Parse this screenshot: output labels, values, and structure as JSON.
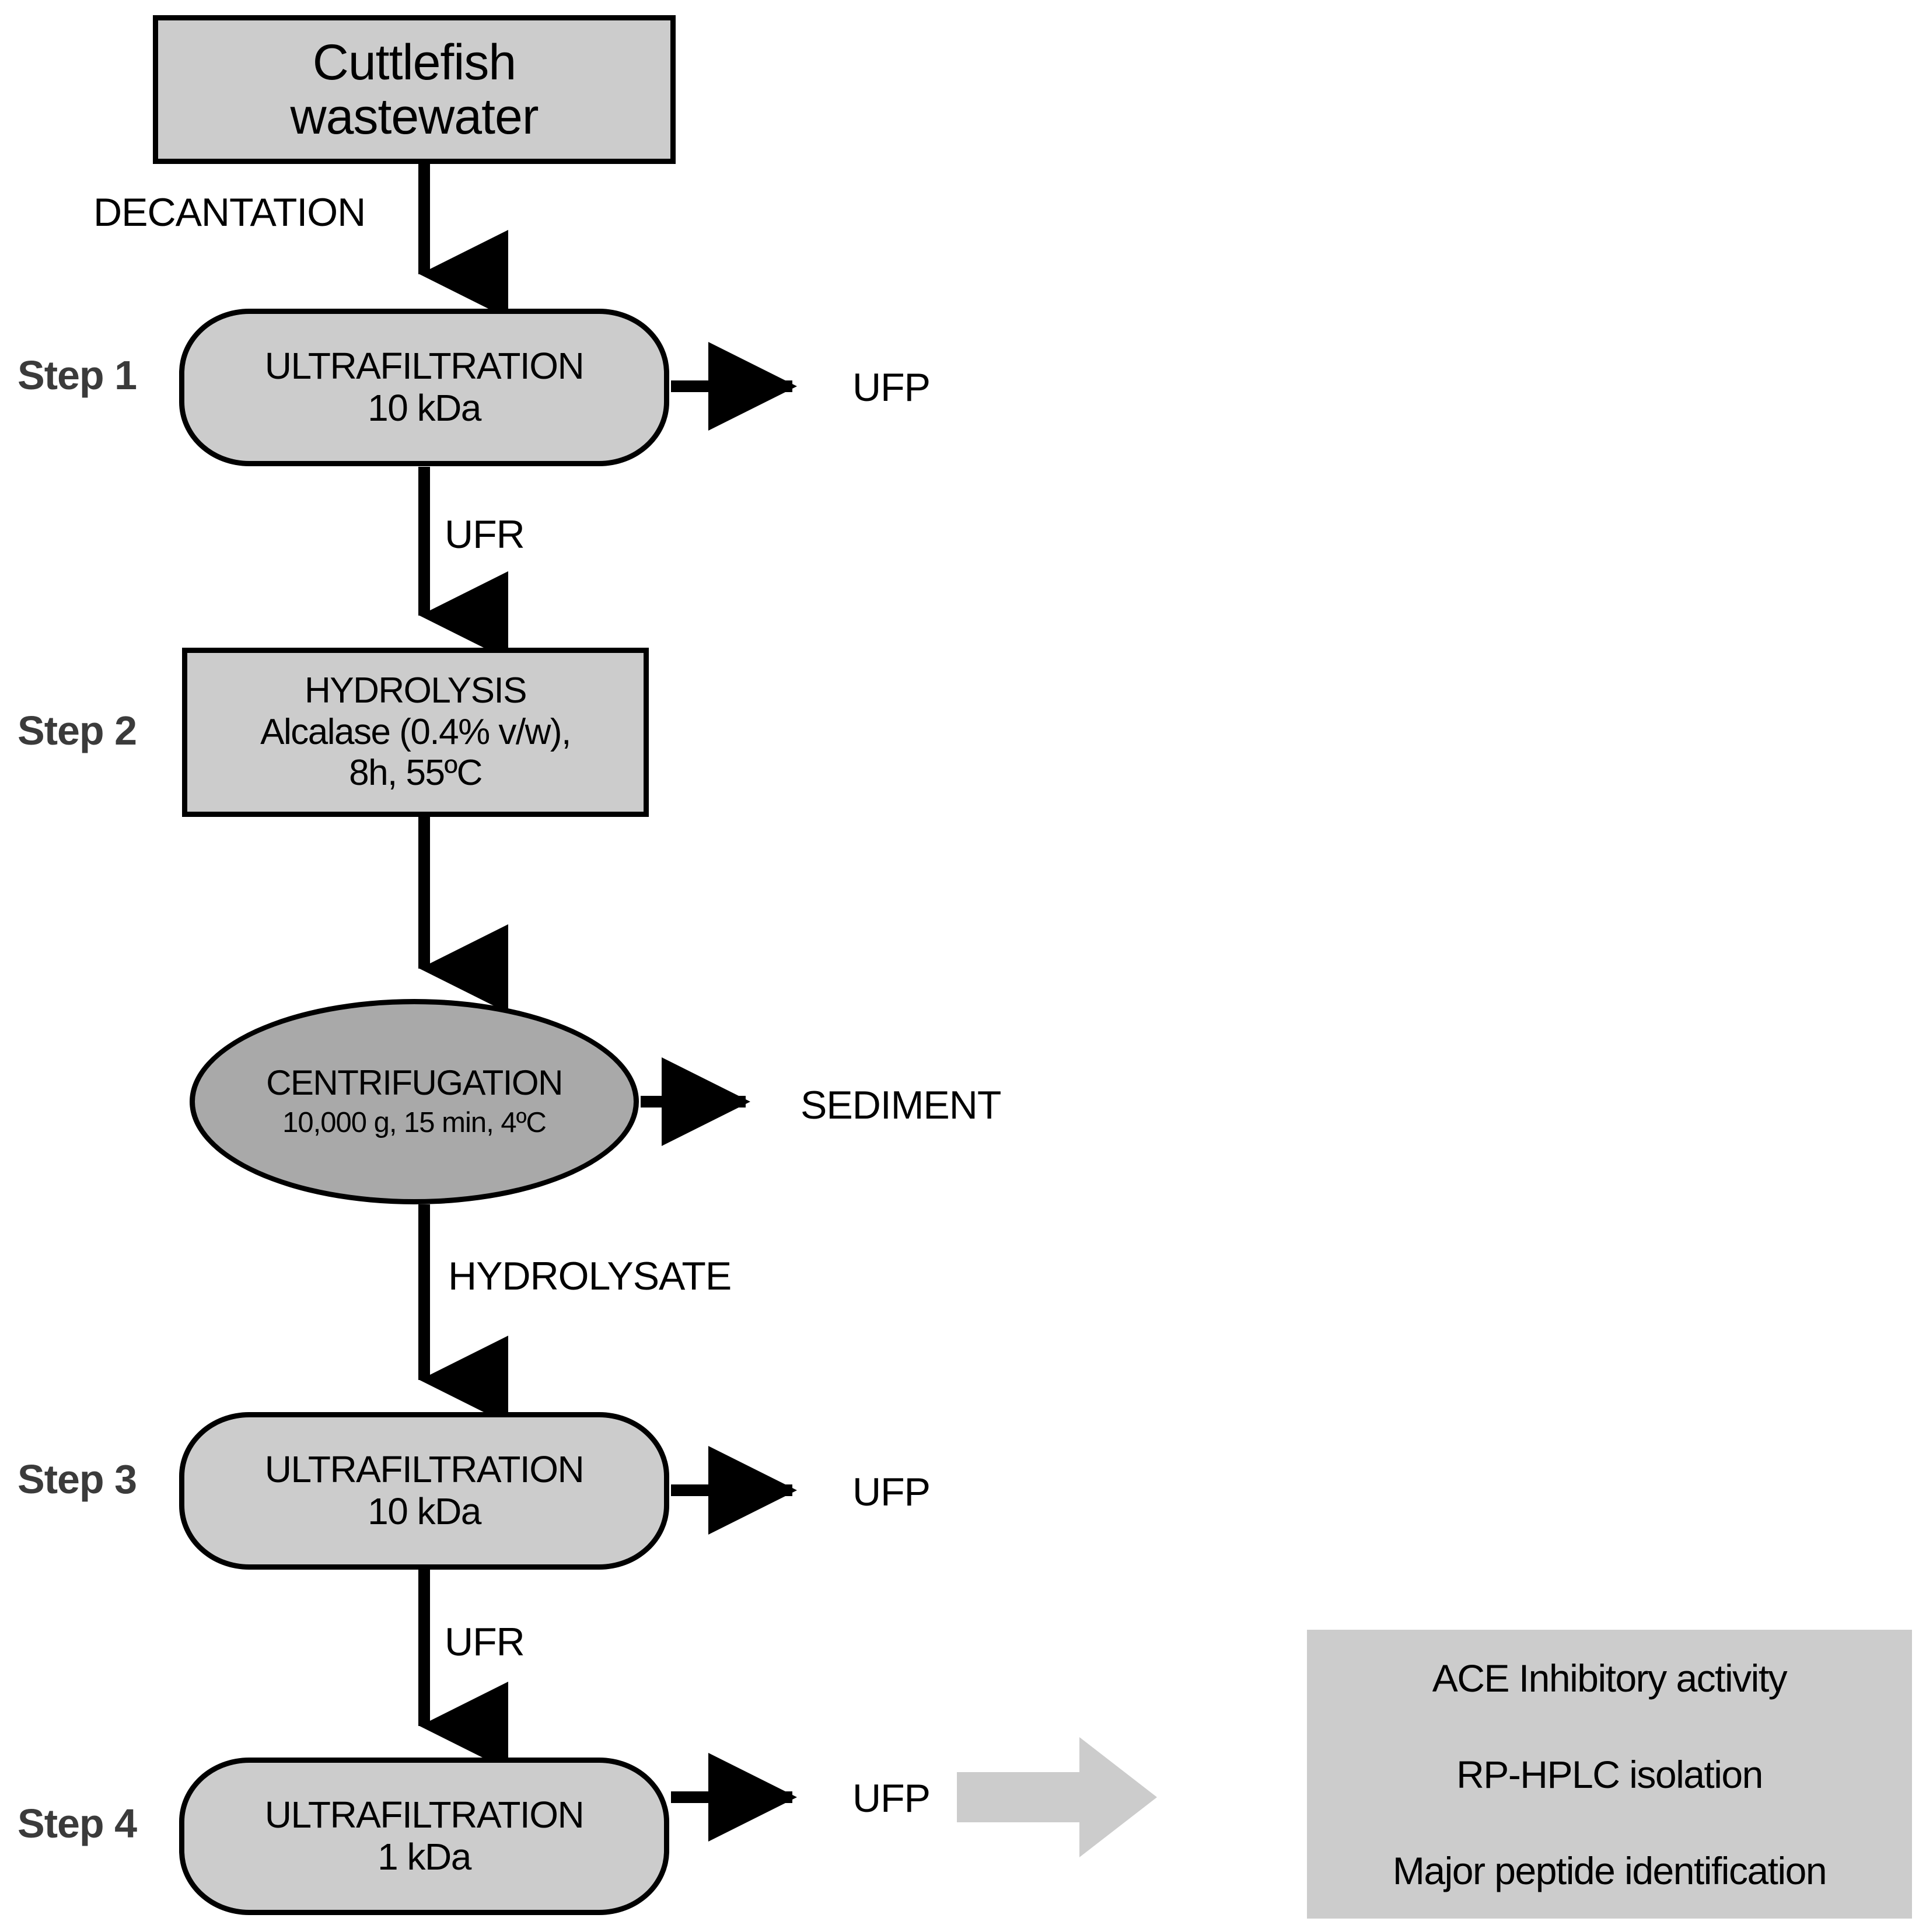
{
  "diagram": {
    "title": "Cuttlefish wastewater peptide recovery process flowchart",
    "colors": {
      "node_fill_light": "#cccccc",
      "node_fill_dark": "#a9a9a9",
      "stroke": "#000000",
      "step_label": "#3b3b3b",
      "result_arrow": "#cccccc",
      "background": "#ffffff"
    }
  },
  "source": {
    "line1": "Cuttlefish",
    "line2": "wastewater"
  },
  "steps": [
    {
      "step_label": "Step 1",
      "shape": "stadium",
      "title": "ULTRAFILTRATION",
      "subtitle": "10 kDa",
      "output_label": "UFP"
    },
    {
      "step_label": "Step 2",
      "shape": "rectangle",
      "title": "HYDROLYSIS",
      "subtitle_line1": "Alcalase (0.4% v/w),",
      "subtitle_line2": "8h, 55ºC"
    },
    {
      "step_label": "Step 3",
      "shape": "stadium",
      "title": "ULTRAFILTRATION",
      "subtitle": "10 kDa",
      "output_label": "UFP"
    },
    {
      "step_label": "Step 4",
      "shape": "stadium",
      "title": "ULTRAFILTRATION",
      "subtitle": "1 kDa",
      "output_label": "UFP"
    }
  ],
  "centrifugation": {
    "shape": "ellipse",
    "title": "CENTRIFUGATION",
    "subtitle": "10,000 g, 15 min, 4ºC",
    "output_label": "SEDIMENT"
  },
  "edges": {
    "decantation": "DECANTATION",
    "ufr_step1_to_step2": "UFR",
    "hydrolysate": "HYDROLYSATE",
    "ufr_step3_to_step4": "UFR"
  },
  "results": {
    "lines": [
      "ACE Inhibitory activity",
      "RP-HPLC isolation",
      "Major peptide identification"
    ]
  }
}
